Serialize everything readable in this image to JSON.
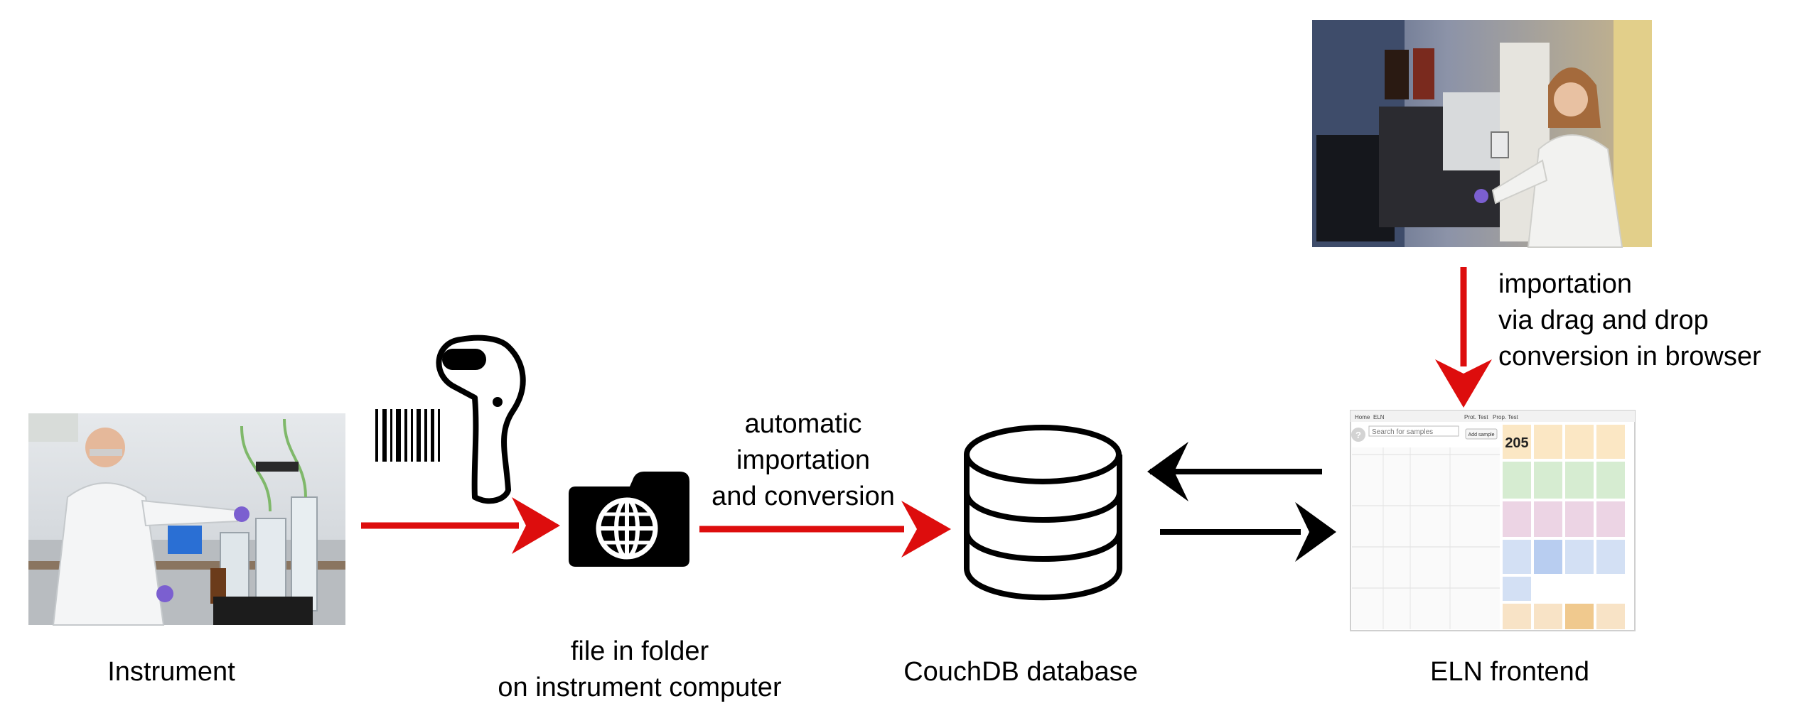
{
  "colors": {
    "flow_arrow": "#dd0d0d",
    "sync_arrow": "#000000",
    "icon": "#000000"
  },
  "nodes": {
    "instrument": {
      "label": "Instrument",
      "image": "photo-lab-worker-instrument"
    },
    "file": {
      "lines": [
        "file in folder",
        "on instrument computer"
      ],
      "icon": "camera-globe-icon"
    },
    "scanner": {
      "icon": "barcode-scanner-icon"
    },
    "database": {
      "label": "CouchDB database",
      "icon": "database-icon"
    },
    "eln": {
      "label": "ELN frontend",
      "image": "eln-screenshot"
    },
    "browser_source": {
      "image": "photo-lab-worker-browser"
    }
  },
  "edges": {
    "automatic": {
      "lines": [
        "automatic",
        "importation",
        "and conversion"
      ]
    },
    "dragdrop": {
      "lines": [
        "importation",
        "via drag and drop",
        "conversion in browser"
      ]
    }
  },
  "eln_screenshot": {
    "search_placeholder": "Search for samples",
    "add_button": "Add sample",
    "samples_count": "205",
    "tabs": [
      "Home",
      "ELN",
      "Prot. Test",
      "Prop. Test"
    ]
  }
}
